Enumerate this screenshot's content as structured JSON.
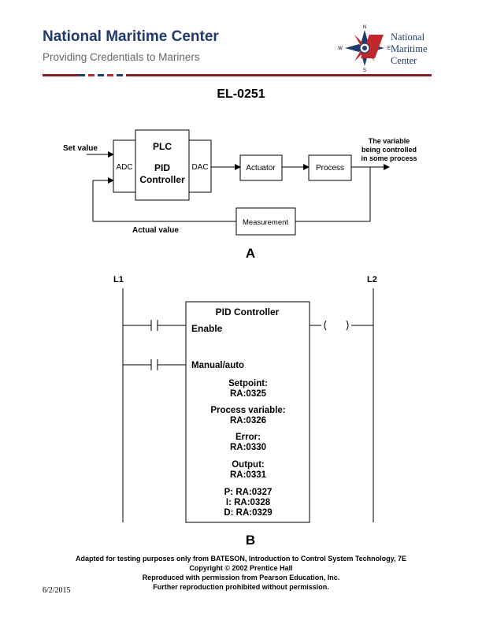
{
  "header": {
    "title": "National Maritime Center",
    "subtitle": "Providing Credentials to Mariners",
    "logo_lines": [
      "National",
      "Maritime",
      "Center"
    ],
    "logo_compass_letters": [
      "N",
      "W",
      "E",
      "S"
    ],
    "brand_blue": "#1f3a6e",
    "brand_red": "#8a1c24"
  },
  "document": {
    "code": "EL-0251",
    "date": "6/2/2015"
  },
  "figure_a": {
    "label": "A",
    "set_value": "Set value",
    "plc": "PLC",
    "pid_line1": "PID",
    "pid_line2": "Controller",
    "adc": "ADC",
    "dac": "DAC",
    "actuator": "Actuator",
    "process": "Process",
    "controlled_var": [
      "The variable",
      "being controlled",
      "in some process"
    ],
    "measurement": "Measurement",
    "actual_value": "Actual value"
  },
  "figure_b": {
    "label": "B",
    "rail_left": "L1",
    "rail_right": "L2",
    "block_title": "PID Controller",
    "enable": "Enable",
    "manual_auto": "Manual/auto",
    "params": [
      {
        "name": "Setpoint:",
        "addr": "RA:0325"
      },
      {
        "name": "Process variable:",
        "addr": "RA:0326"
      },
      {
        "name": "Error:",
        "addr": "RA:0330"
      },
      {
        "name": "Output:",
        "addr": "RA:0331"
      }
    ],
    "pid_addrs": [
      "P: RA:0327",
      "I: RA:0328",
      "D: RA:0329"
    ]
  },
  "footer": {
    "lines": [
      "Adapted for testing purposes only from BATESON, Introduction to Control System Technology, 7E",
      "Copyright © 2002 Prentice Hall",
      "Reproduced with permission from Pearson Education, Inc.",
      "Further reproduction prohibited without permission."
    ]
  }
}
